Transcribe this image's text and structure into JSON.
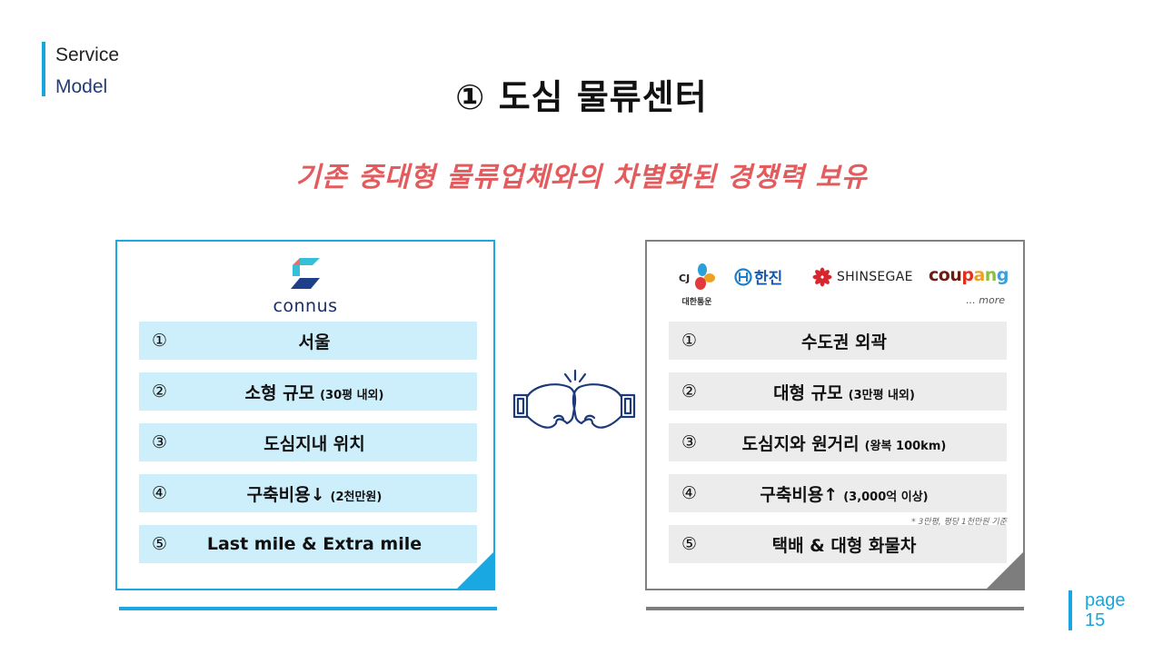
{
  "section": {
    "line1": "Service",
    "line2": "Model"
  },
  "title": "① 도심 물류센터",
  "subtitle": "기존 중대형 물류업체와의 차별화된 경쟁력 보유",
  "colors": {
    "accent_blue": "#1ba8e0",
    "gray": "#7d7d7d",
    "subtitle_red": "#e45b5d",
    "left_row_bg": "#cdeefb",
    "right_row_bg": "#ececec"
  },
  "left_card": {
    "logo_text": "connus",
    "rows": [
      {
        "num": "①",
        "text": "서울",
        "small": ""
      },
      {
        "num": "②",
        "text": "소형 규모",
        "small": "(30평 내외)"
      },
      {
        "num": "③",
        "text": "도심지내 위치",
        "small": ""
      },
      {
        "num": "④",
        "text": "구축비용↓",
        "small": "(2천만원)"
      },
      {
        "num": "⑤",
        "text": "Last mile & Extra mile",
        "small": ""
      }
    ]
  },
  "center_icon": "boxing-gloves-icon",
  "right_card": {
    "logos": {
      "cj": "CJ",
      "cj_sub": "대한통운",
      "hanjin": "한진",
      "shinsegae": "SHINSEGAE",
      "coupang": [
        "c",
        "o",
        "u",
        "p",
        "a",
        "n",
        "g"
      ],
      "more": "... more"
    },
    "rows": [
      {
        "num": "①",
        "text": "수도권 외곽",
        "small": ""
      },
      {
        "num": "②",
        "text": "대형 규모",
        "small": "(3만평 내외)"
      },
      {
        "num": "③",
        "text": "도심지와 원거리",
        "small": "(왕복 100km)"
      },
      {
        "num": "④",
        "text": "구축비용↑",
        "small": "(3,000억 이상)"
      },
      {
        "num": "⑤",
        "text": "택배 & 대형 화물차",
        "small": ""
      }
    ],
    "note": "* 3만평, 평당 1천만원 기준"
  },
  "page": {
    "label": "page",
    "number": "15"
  }
}
